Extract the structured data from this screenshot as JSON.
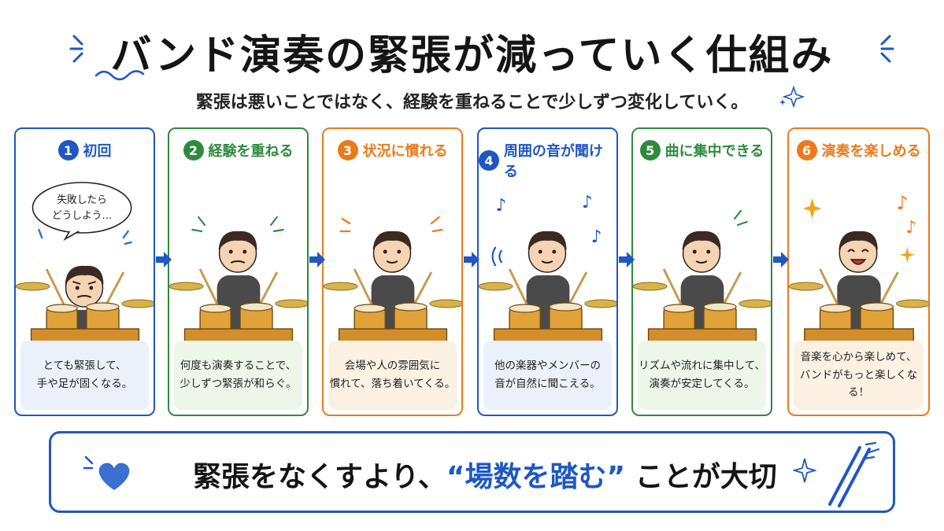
{
  "header": {
    "title": "バンド演奏の緊張が減っていく仕組み",
    "subtitle": "緊張は悪いことではなく、経験を重ねることで少しずつ変化していく。"
  },
  "steps": [
    {
      "number": "1",
      "title": "初回",
      "bubble": "失敗したら\nどうしよう…",
      "caption": "とても緊張して、\n手や足が固くなる。",
      "color": "#1f57c3",
      "bg": "#eaf1fb"
    },
    {
      "number": "2",
      "title": "経験を重ねる",
      "caption": "何度も演奏することで、\n少しずつ緊張が和らぐ。",
      "color": "#2e8b3e",
      "bg": "#ecf6e9"
    },
    {
      "number": "3",
      "title": "状況に慣れる",
      "caption": "会場や人の雰囲気に\n慣れて、落ち着いてくる。",
      "color": "#ec7a1c",
      "bg": "#fdf1e4"
    },
    {
      "number": "4",
      "title": "周囲の音が聞ける",
      "caption": "他の楽器やメンバーの\n音が自然に聞こえる。",
      "color": "#1f57c3",
      "bg": "#eaf1fb"
    },
    {
      "number": "5",
      "title": "曲に集中できる",
      "caption": "リズムや流れに集中して、\n演奏が安定してくる。",
      "color": "#2e8b3e",
      "bg": "#ecf6e9"
    },
    {
      "number": "6",
      "title": "演奏を楽しめる",
      "caption": "音楽を心から楽しめて、\nバンドがもっと楽しくなる！",
      "color": "#ec7a1c",
      "bg": "#fdf1e4"
    }
  ],
  "message": {
    "before": "緊張をなくすより、",
    "highlight": "“場数を踏む”",
    "after": "ことが大切"
  },
  "colors": {
    "accent_blue": "#1f57c3",
    "accent_green": "#2e8b3e",
    "accent_orange": "#ec7a1c",
    "highlight_yellow": "#f7d21b"
  }
}
